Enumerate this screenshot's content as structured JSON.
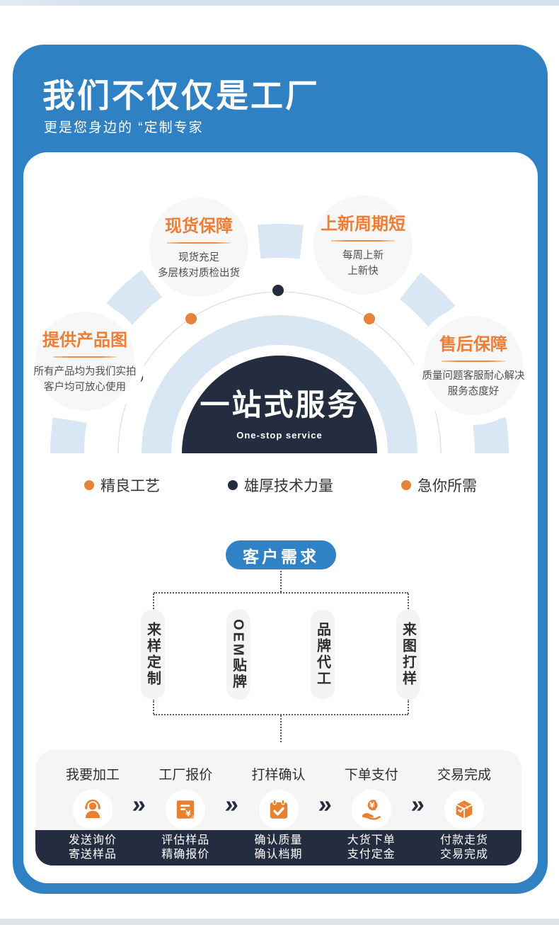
{
  "header": {
    "title": "我们不仅仅是工厂",
    "subtitle": "更是您身边的 “定制专家"
  },
  "diagram": {
    "center": {
      "title": "一站式服务",
      "subtitle": "One-stop service"
    },
    "bubbles": [
      {
        "title": "现货保障",
        "line1": "现货充足",
        "line2": "多层核对质检出货"
      },
      {
        "title": "上新周期短",
        "line1": "每周上新",
        "line2": "上新快"
      },
      {
        "title": "提供产品图",
        "line1": "所有产品均为我们实拍",
        "line2": "客户均可放心使用"
      },
      {
        "title": "售后保障",
        "line1": "质量问题客服耐心解决",
        "line2": "服务态度好"
      }
    ],
    "legend": [
      {
        "label": "精良工艺"
      },
      {
        "label": "雄厚技术力量"
      },
      {
        "label": "急你所需"
      }
    ]
  },
  "flow": {
    "root": "客户需求",
    "branches": [
      {
        "label": "来样定制"
      },
      {
        "label": "OEM贴牌"
      },
      {
        "label": "品牌代工"
      },
      {
        "label": "来图打样"
      }
    ]
  },
  "process": {
    "chevron": "»",
    "steps": [
      {
        "label": "我要加工",
        "icon": "customer-service-icon",
        "sub1": "发送询价",
        "sub2": "寄送样品"
      },
      {
        "label": "工厂报价",
        "icon": "quote-document-icon",
        "sub1": "评估样品",
        "sub2": "精确报价"
      },
      {
        "label": "打样确认",
        "icon": "calendar-check-icon",
        "sub1": "确认质量",
        "sub2": "确认档期"
      },
      {
        "label": "下单支付",
        "icon": "payment-hand-icon",
        "sub1": "大货下单",
        "sub2": "支付定金"
      },
      {
        "label": "交易完成",
        "icon": "package-icon",
        "sub1": "付款走货",
        "sub2": "交易完成"
      }
    ]
  },
  "colors": {
    "brand_blue": "#2f81c4",
    "accent_orange": "#ee7d35",
    "dark_navy": "#232d3f",
    "arc_light_blue": "#d9e7f4"
  }
}
